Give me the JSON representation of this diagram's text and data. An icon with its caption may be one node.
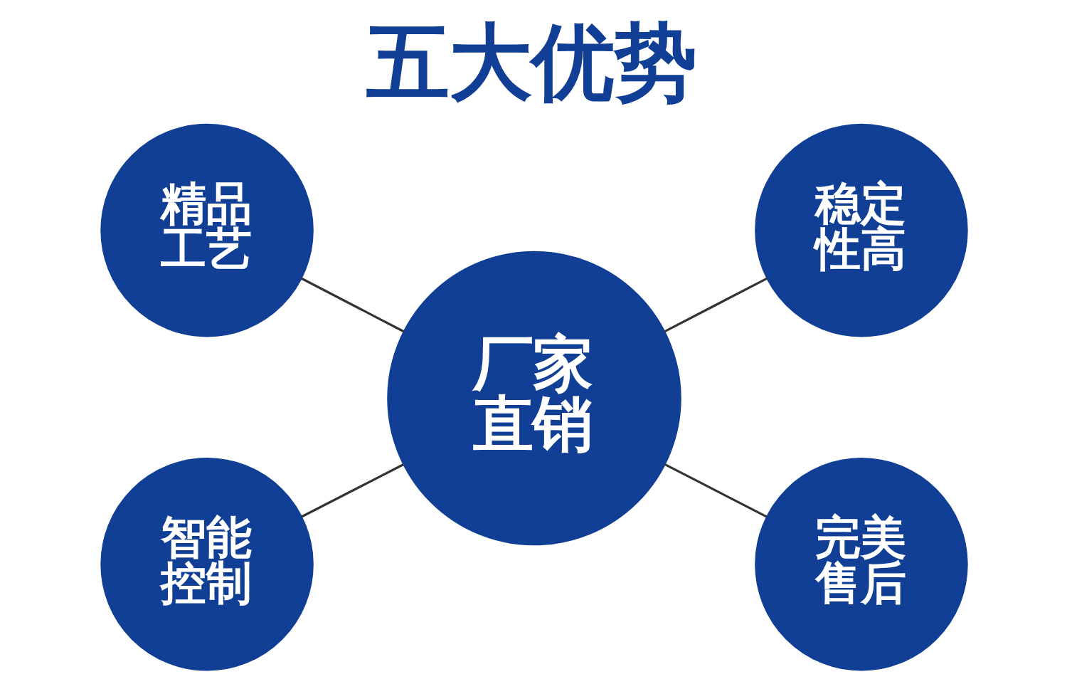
{
  "diagram": {
    "title": "五大优势",
    "nodes": [
      {
        "text": [
          "精品工艺"
        ]
      },
      {
        "text": [
          "稳定性高"
        ]
      },
      {
        "text": [
          "厂家直销"
        ]
      },
      {
        "text": [
          "智能控制"
        ]
      },
      {
        "text": [
          "完美售后"
        ]
      }
    ],
    "edges": [
      {
        "from": 0,
        "to": 2,
        "arrow": "none"
      },
      {
        "from": 2,
        "to": 1,
        "arrow": "none"
      },
      {
        "from": 3,
        "to": 2,
        "arrow": "none"
      },
      {
        "from": 2,
        "to": 4,
        "arrow": "none"
      }
    ]
  }
}
